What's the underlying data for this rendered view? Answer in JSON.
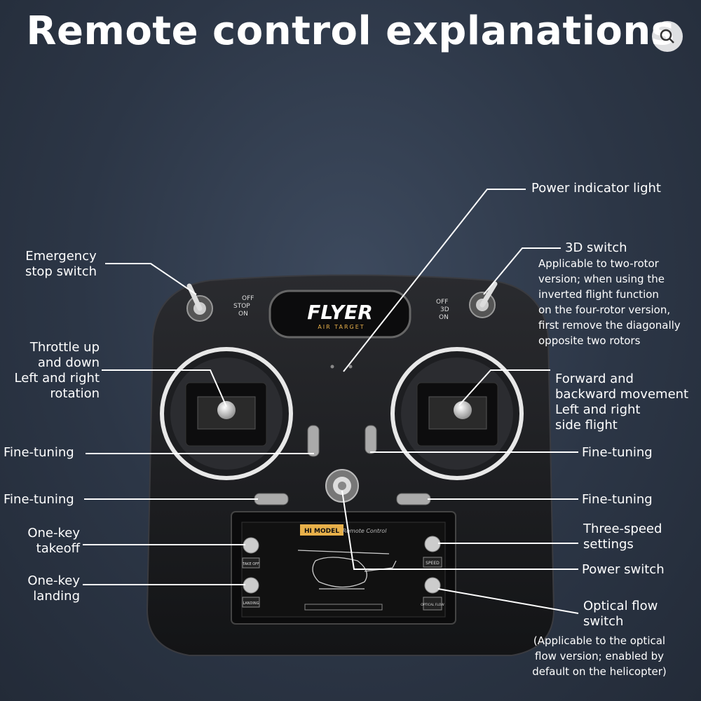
{
  "title": "Remote control explanations",
  "brand": {
    "logo": "FLYER",
    "logo_sub": "AIR TARGET",
    "screen_logo": "HI MODEL",
    "screen_caption": "Remote Control"
  },
  "switch_left": [
    "OFF",
    "STOP",
    "ON"
  ],
  "switch_right": [
    "OFF",
    "3D",
    "ON"
  ],
  "buttons": {
    "takeoff": "TAKE OFF",
    "landing": "LANDING",
    "speed": "SPEED",
    "optical": "OPTICAL FLOW"
  },
  "labels": {
    "power_indicator": "Power indicator light",
    "emergency_stop": [
      "Emergency",
      "stop switch"
    ],
    "switch_3d_title": "3D switch",
    "switch_3d_desc": [
      "Applicable to two-rotor",
      "version; when using the",
      "inverted flight function",
      "on the four-rotor version,",
      "first remove the diagonally",
      "opposite two rotors"
    ],
    "throttle": [
      "Throttle up",
      "and down",
      "Left and right",
      "rotation"
    ],
    "forward": [
      "Forward and",
      "backward movement",
      "Left and right",
      "side flight"
    ],
    "fine_tuning_left_1": "Fine-tuning",
    "fine_tuning_right_1": "Fine-tuning",
    "fine_tuning_left_2": "Fine-tuning",
    "fine_tuning_right_2": "Fine-tuning",
    "takeoff": [
      "One-key",
      "takeoff"
    ],
    "landing": [
      "One-key",
      "landing"
    ],
    "three_speed": [
      "Three-speed",
      "settings"
    ],
    "power_switch": "Power switch",
    "optical_flow": [
      "Optical flow",
      "switch"
    ],
    "optical_flow_note": [
      "(Applicable to the optical",
      "flow version; enabled by",
      "default on the helicopter)"
    ]
  },
  "colors": {
    "background": "#2c3646",
    "body": "#1a1b1e",
    "text": "#ffffff"
  },
  "icons": [
    "search-lens-icon"
  ]
}
